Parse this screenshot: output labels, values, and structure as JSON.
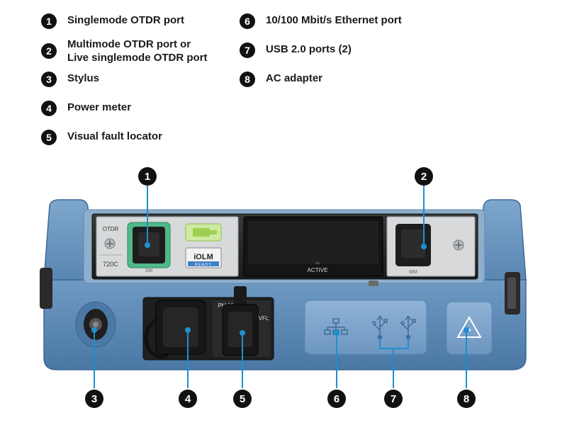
{
  "legend": {
    "items": [
      {
        "number": "1",
        "label": "Singlemode OTDR port"
      },
      {
        "number": "2",
        "label": "Multimode OTDR port or\nLive singlemode OTDR port"
      },
      {
        "number": "3",
        "label": "Stylus"
      },
      {
        "number": "4",
        "label": "Power meter"
      },
      {
        "number": "5",
        "label": "Visual fault locator"
      },
      {
        "number": "6",
        "label": "10/100 Mbit/s Ethernet port"
      },
      {
        "number": "7",
        "label": "USB 2.0 ports (2)"
      },
      {
        "number": "8",
        "label": "AC adapter"
      }
    ]
  },
  "device": {
    "module_label_otdr": "OTDR",
    "module_label_model": "720C",
    "port_sm_label": "SM",
    "port_mm_label": "MM",
    "iolm_label": "iOLM",
    "ready_label": "READY",
    "active_label": "ACTIVE",
    "pm_label": "PM-M",
    "vfl_label": "VFL"
  },
  "callouts": [
    "1",
    "2",
    "3",
    "4",
    "5",
    "6",
    "7",
    "8"
  ],
  "colors": {
    "device_blue": "#5b88b6",
    "device_blue_dark": "#3f6890",
    "panel_dark": "#1c1c1c",
    "port_green": "#4fb98a",
    "callout_line": "#1e8fd0"
  }
}
